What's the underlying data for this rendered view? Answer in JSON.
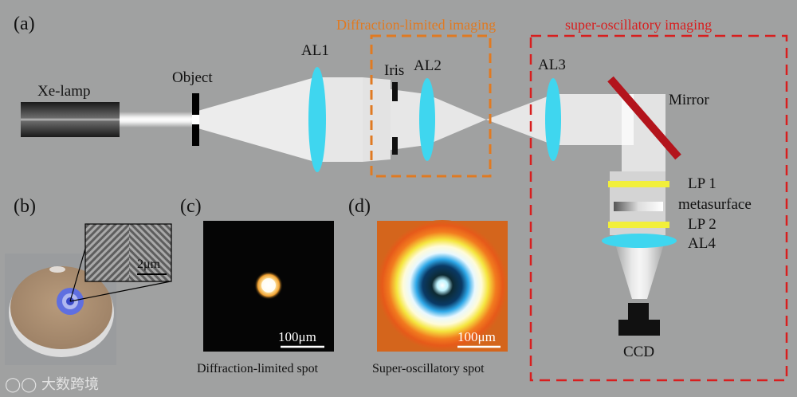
{
  "panel_labels": {
    "a": "(a)",
    "b": "(b)",
    "c": "(c)",
    "d": "(d)"
  },
  "section_titles": {
    "diffraction": "Diffraction-limited imaging",
    "superosc": "super-oscillatory imaging"
  },
  "components": {
    "lamp": "Xe-lamp",
    "object": "Object",
    "al1": "AL1",
    "iris": "Iris",
    "al2": "AL2",
    "al3": "AL3",
    "mirror": "Mirror",
    "lp1": "LP 1",
    "metasurface": "metasurface",
    "lp2": "LP 2",
    "al4": "AL4",
    "ccd": "CCD"
  },
  "scale_bars": {
    "sem": "2μm",
    "spot_c": "100μm",
    "spot_d": "100μm"
  },
  "captions": {
    "c": "Diffraction-limited spot",
    "d": "Super-oscillatory spot"
  },
  "watermark": "大数跨境",
  "colors": {
    "background": "#a0a1a1",
    "lens": "#3fd6ef",
    "orange_box": "#e07a22",
    "red_box": "#d81e1e",
    "mirror": "#b3141c",
    "polarizer": "#f2ef3a"
  }
}
